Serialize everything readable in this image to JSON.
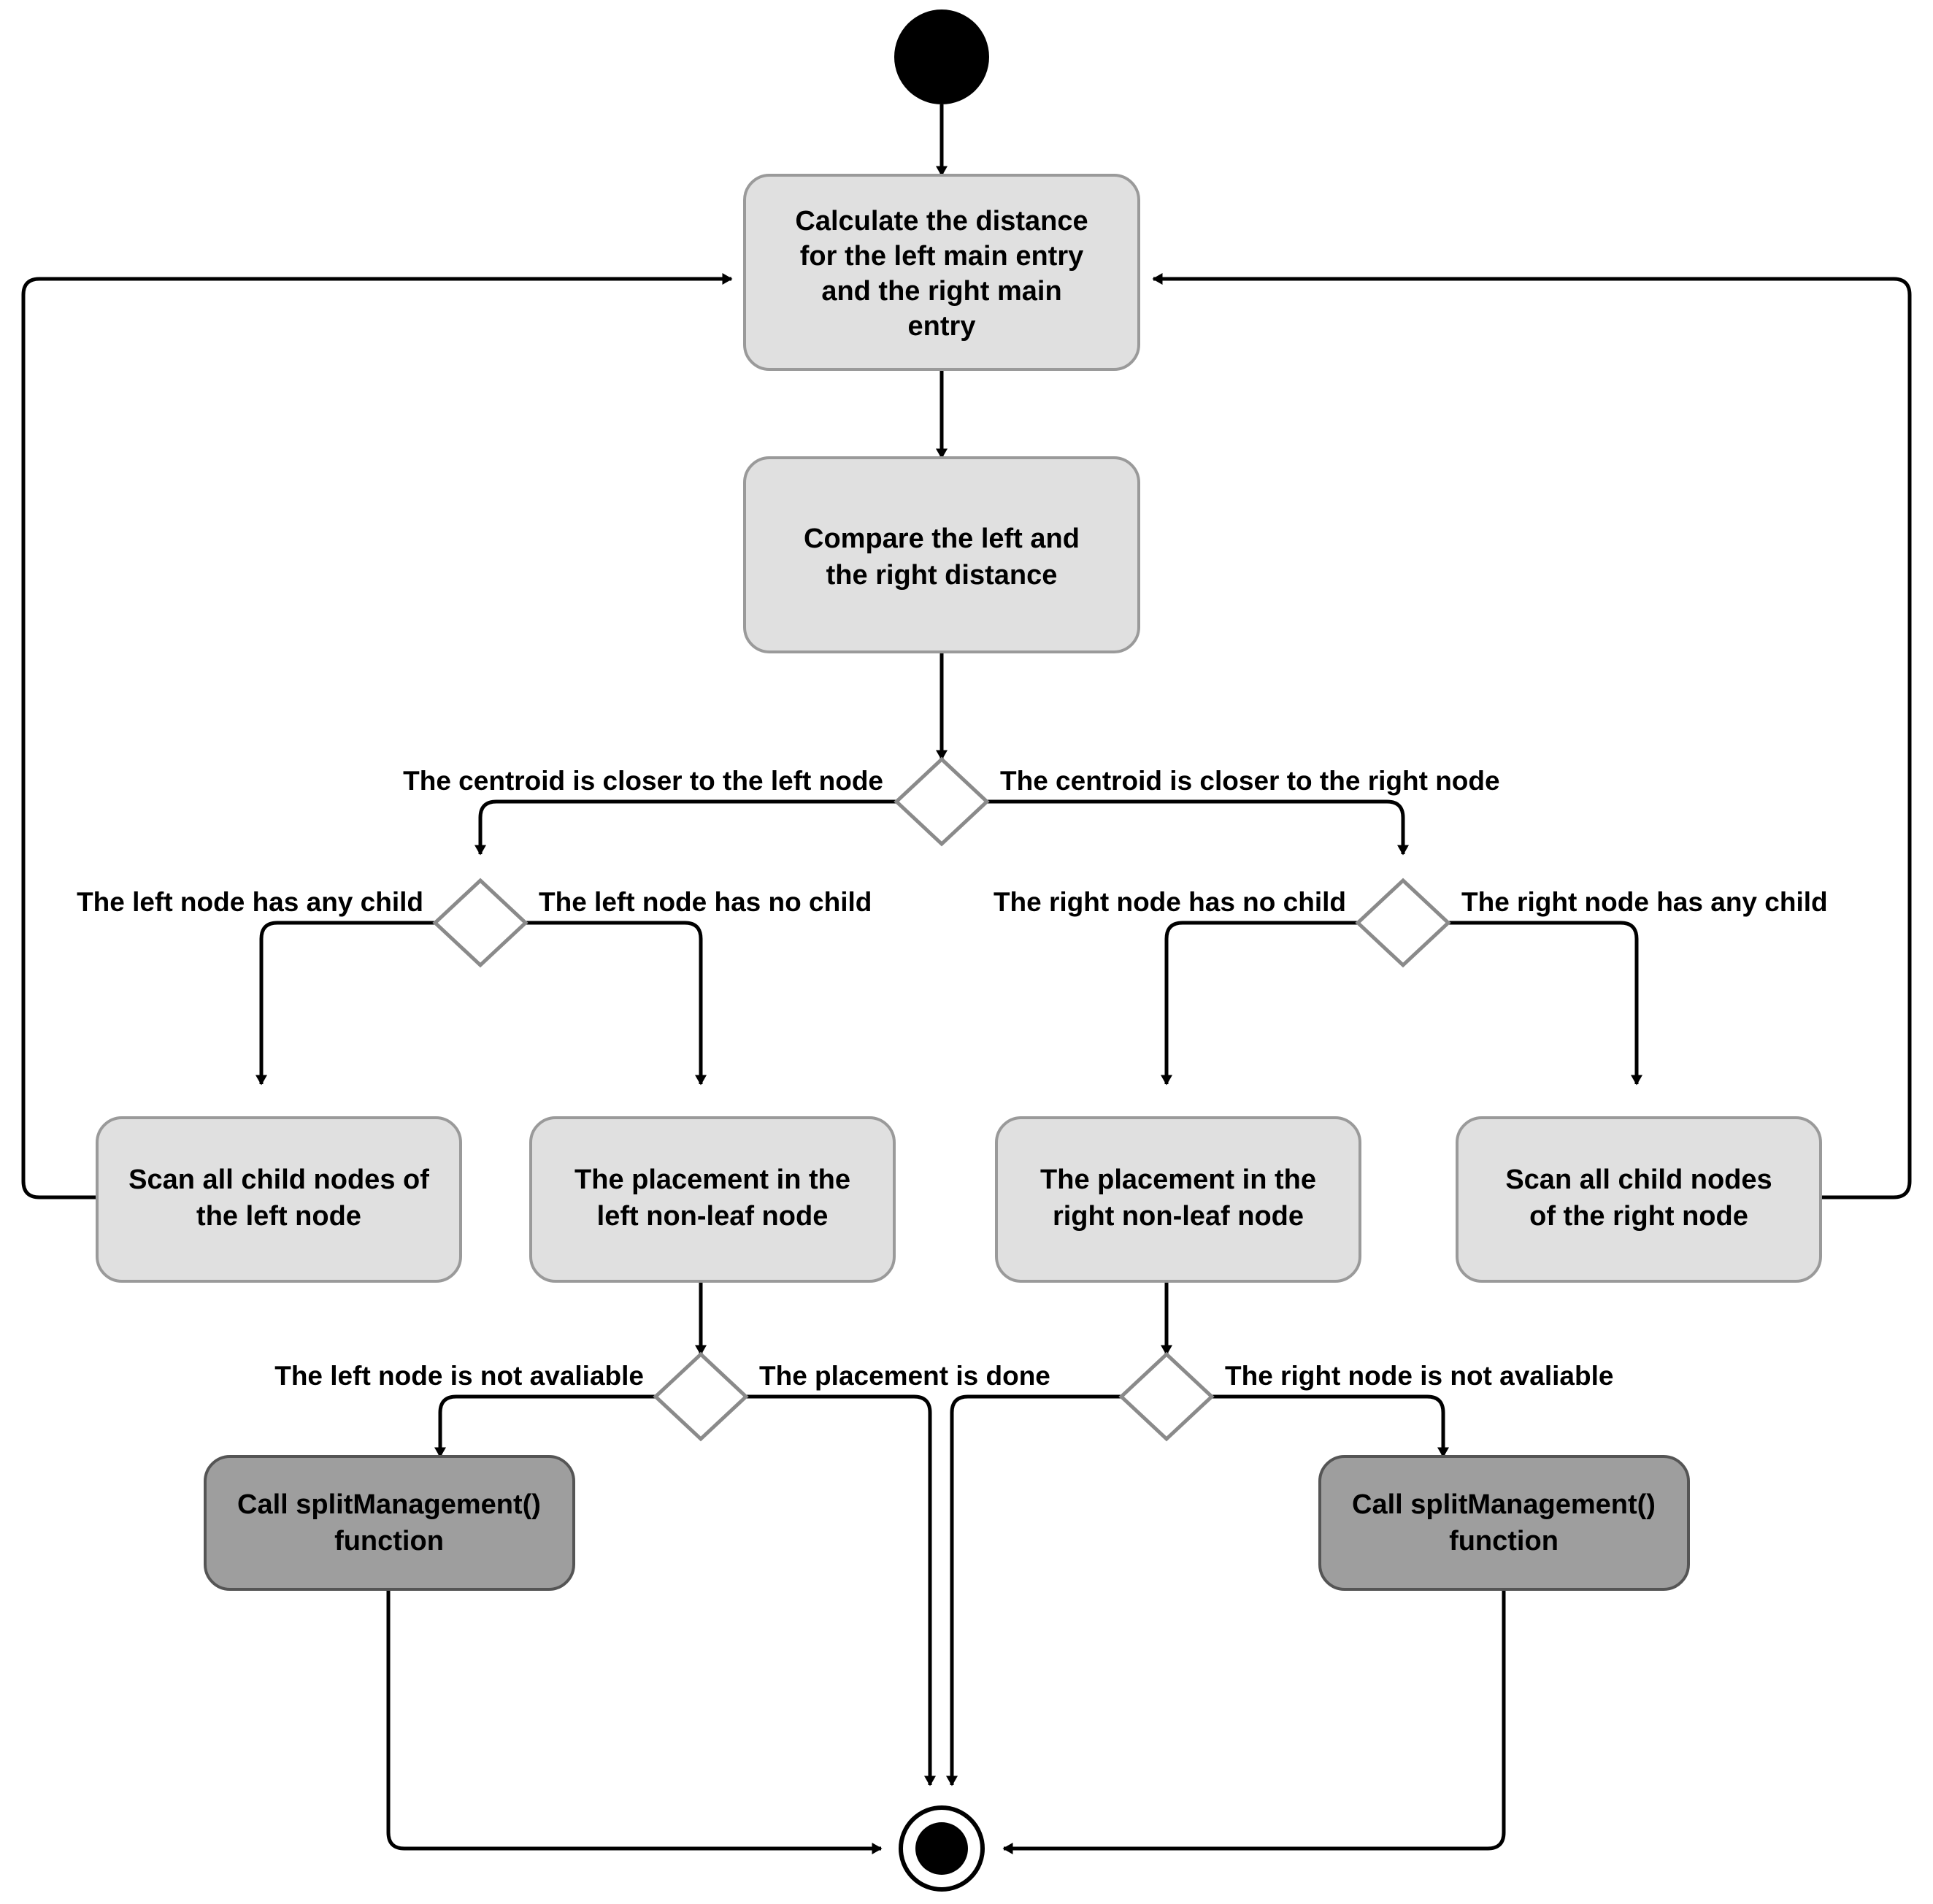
{
  "diagram": {
    "type": "uml-activity-diagram",
    "background": "#ffffff",
    "colors": {
      "activity_fill": "#e0e0e0",
      "activity_stroke": "#9a9a9a",
      "call_fill": "#9e9e9e",
      "call_stroke": "#555555",
      "decision_fill": "#ffffff",
      "decision_stroke": "#8a8a8a",
      "node_black": "#000000",
      "edge_stroke": "#000000",
      "text": "#000000"
    },
    "nodes": {
      "start": {
        "kind": "initial-node",
        "label": ""
      },
      "calc_distance": {
        "kind": "activity",
        "lines": [
          "Calculate the distance",
          "for the left main entry",
          "and the right main",
          "entry"
        ]
      },
      "compare_distance": {
        "kind": "activity",
        "lines": [
          "Compare the left and",
          "the right distance"
        ]
      },
      "decision_centroid": {
        "kind": "decision",
        "label": ""
      },
      "decision_left_child": {
        "kind": "decision",
        "label": ""
      },
      "decision_right_child": {
        "kind": "decision",
        "label": ""
      },
      "scan_left_children": {
        "kind": "activity",
        "lines": [
          "Scan all child nodes of",
          "the left node"
        ]
      },
      "place_left_nonleaf": {
        "kind": "activity",
        "lines": [
          "The placement in the",
          "left non-leaf node"
        ]
      },
      "place_right_nonleaf": {
        "kind": "activity",
        "lines": [
          "The placement in the",
          "right non-leaf node"
        ]
      },
      "scan_right_children": {
        "kind": "activity",
        "lines": [
          "Scan all child nodes",
          "of the right node"
        ]
      },
      "decision_left_available": {
        "kind": "decision",
        "label": ""
      },
      "decision_right_available": {
        "kind": "decision",
        "label": ""
      },
      "call_split_left": {
        "kind": "call-activity",
        "lines": [
          "Call splitManagement()",
          "function"
        ]
      },
      "call_split_right": {
        "kind": "call-activity",
        "lines": [
          "Call splitManagement()",
          "function"
        ]
      },
      "end": {
        "kind": "final-node",
        "label": ""
      }
    },
    "edge_labels": {
      "centroid_left": "The centroid is closer to the left node",
      "centroid_right": "The centroid is closer to the right node",
      "left_has_any_child": "The left node has any child",
      "left_has_no_child": "The left node has no child",
      "right_has_no_child": "The right node has no child",
      "right_has_any_child": "The right node has any child",
      "left_not_available": "The left node is not avaliable",
      "placement_done": "The placement is done",
      "right_not_available": "The right node is not avaliable"
    }
  }
}
